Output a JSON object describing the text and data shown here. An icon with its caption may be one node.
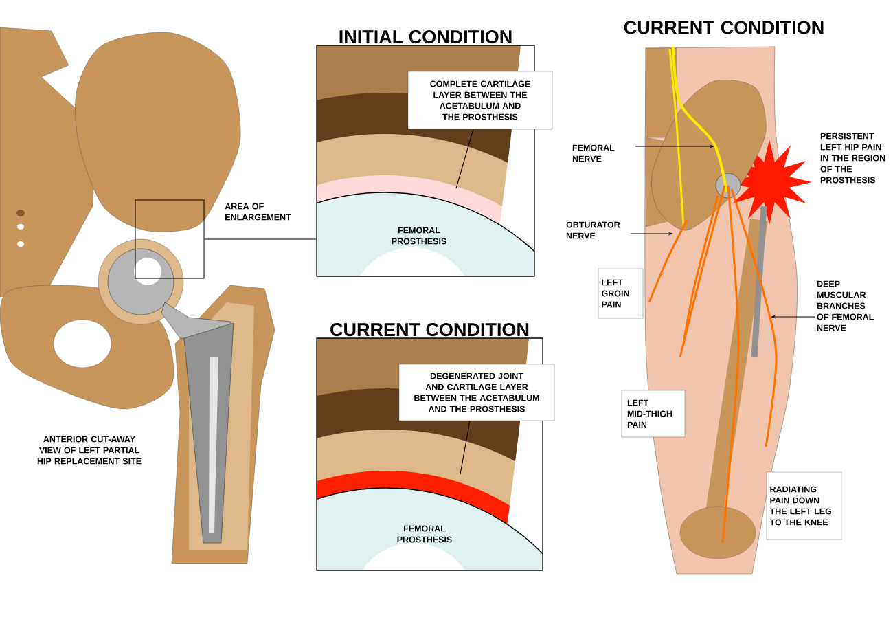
{
  "diagram": {
    "nodes": [
      {
        "text": [],
        "shape": "box"
      },
      {
        "text": [
          "INITIAL CONDITION"
        ]
      },
      {
        "text": [
          "COMPLETE CARTILAGE LAYER BETWEEN THE ACETABULUM AND THE PROSTHESIS"
        ],
        "in": 1
      },
      {
        "text": [
          "CURRENT CONDITION"
        ]
      },
      {
        "text": [
          "DEGENERATED JOINT AND CARTILAGE LAYER BETWEEN THE ACETABULUM AND THE PROSTHESIS"
        ],
        "in": 3
      },
      {
        "text": [
          "FEMORAL NERVE"
        ]
      },
      {
        "text": [
          "OBTURATOR NERVE"
        ]
      },
      {
        "text": [
          "LEFT GROIN PAIN"
        ]
      },
      {
        "text": [
          "DEEP MUSCULAR BRANCHES OF FEMORAL NERVE"
        ]
      },
      {
        "text": [
          "LEFT MID-THIGH PAIN"
        ]
      },
      {
        "text": [
          "RADIATING PAIN DOWN THE LEFT LEG TO THE KNEE"
        ]
      }
    ],
    "edges": [
      {
        "from": 0,
        "to": 1,
        "arrow": "none",
        "label": "AREA OF ENLARGEMENT"
      },
      {
        "from": 2,
        "to": null,
        "arrow": "none"
      },
      {
        "from": 4,
        "to": null,
        "arrow": "none"
      },
      {
        "from": 5,
        "to": null,
        "arrow": "to"
      },
      {
        "from": 6,
        "to": null,
        "arrow": "to"
      },
      {
        "from": 8,
        "to": null,
        "arrow": "to"
      }
    ],
    "labels": [
      "CURRENT CONDITION",
      "PERSISTENT LEFT HIP PAIN IN THE REGION OF THE PROSTHESIS",
      "FEMORAL PROSTHESIS",
      "FEMORAL PROSTHESIS",
      "ANTERIOR CUT-AWAY VIEW OF LEFT PARTIAL HIP REPLACEMENT SITE"
    ]
  }
}
